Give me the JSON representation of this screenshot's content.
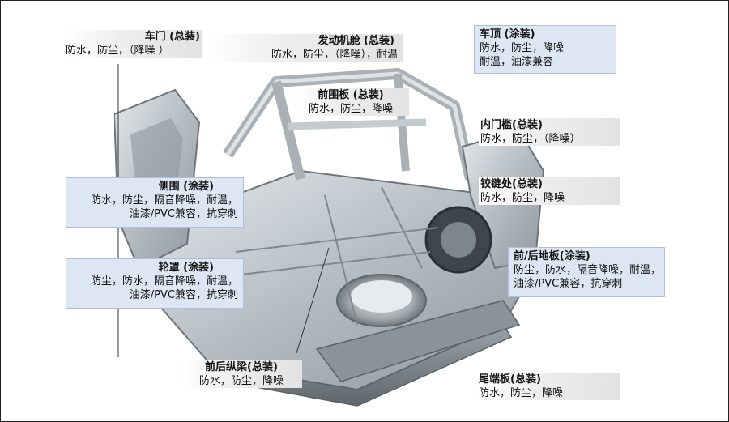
{
  "colors": {
    "callout_blue_bg": "#dde6f3",
    "callout_blue_border": "#aebfd8",
    "callout_gray": "#e2e2e2",
    "body_metal": "#b8c0c6",
    "text": "#111111"
  },
  "callouts": {
    "door": {
      "title": "车门 (总装)",
      "desc": "防水，防尘，（降噪 ）"
    },
    "engine_bay": {
      "title": "发动机舱 (总装)",
      "desc": "防水，防尘，（降噪），耐温"
    },
    "roof": {
      "title": "车顶 (涂装)",
      "desc_lines": [
        "防水，防尘，降噪",
        "耐温，油漆兼容"
      ]
    },
    "dash_panel": {
      "title": "前围板 (总装)",
      "desc": "防水，防尘，降噪"
    },
    "inner_sill": {
      "title": "内门槛(总装)",
      "desc": "防水，防尘，（降噪）"
    },
    "hinge": {
      "title": "铰链处(总装)",
      "desc": "防水，防尘，降噪"
    },
    "side_panel": {
      "title": "侧围 (涂装)",
      "desc_lines": [
        "防水，防尘，隔音降噪，耐温，",
        "油漆/PVC兼容，抗穿刺"
      ]
    },
    "wheelhouse": {
      "title": "轮罩 (涂装)",
      "desc_lines": [
        "防尘，防水，隔音降噪，耐温，",
        "油漆/PVC兼容，抗穿刺"
      ]
    },
    "floor": {
      "title": "前/后地板(涂装)",
      "desc_lines": [
        "防尘，防水，隔音降噪，耐温，",
        "油漆/PVC兼容，抗穿刺"
      ]
    },
    "rail": {
      "title": "前后纵梁(总装)",
      "desc": "防水，防尘，降噪"
    },
    "tail_panel": {
      "title": "尾端板(总装)",
      "desc": "防水，防尘，降噪"
    }
  }
}
